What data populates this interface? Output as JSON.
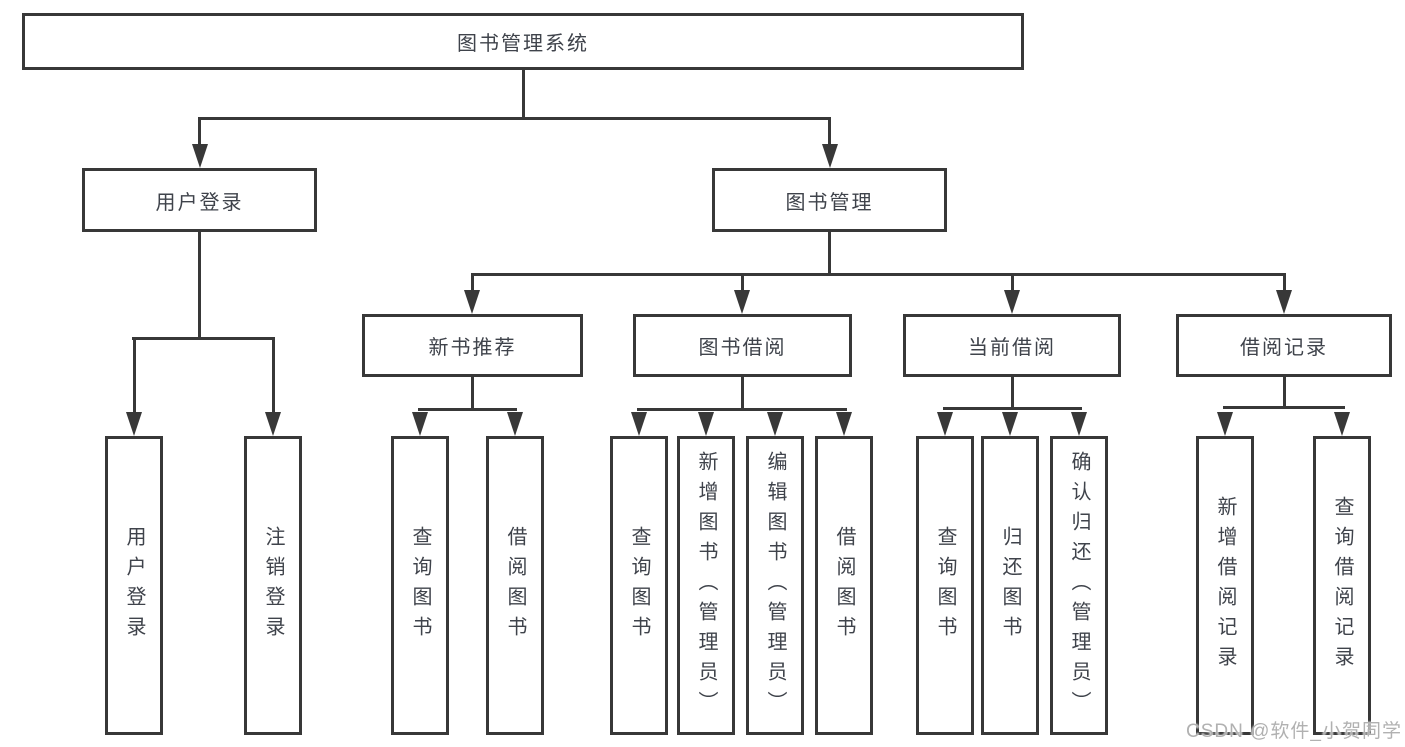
{
  "diagram": {
    "title": "图书管理系统",
    "level2": [
      {
        "label": "用户登录"
      },
      {
        "label": "图书管理"
      }
    ],
    "level3": [
      {
        "label": "新书推荐"
      },
      {
        "label": "图书借阅"
      },
      {
        "label": "当前借阅"
      },
      {
        "label": "借阅记录"
      }
    ],
    "leaves": {
      "user_login": [
        {
          "label": "用户登录"
        },
        {
          "label": "注销登录"
        }
      ],
      "new_book": [
        {
          "label": "查询图书"
        },
        {
          "label": "借阅图书"
        }
      ],
      "book_borrow": [
        {
          "label": "查询图书"
        },
        {
          "label": "新增图书（管理员）"
        },
        {
          "label": "编辑图书（管理员）"
        },
        {
          "label": "借阅图书"
        }
      ],
      "current_borrow": [
        {
          "label": "查询图书"
        },
        {
          "label": "归还图书"
        },
        {
          "label": "确认归还（管理员）"
        }
      ],
      "borrow_record": [
        {
          "label": "新增借阅记录"
        },
        {
          "label": "查询借阅记录"
        }
      ]
    }
  },
  "watermark": "CSDN @软件_小贺同学",
  "colors": {
    "background": "#ffffff",
    "border": "#383838",
    "line": "#383838",
    "text": "#3f434b",
    "watermark_text": "#b1b1b1"
  }
}
